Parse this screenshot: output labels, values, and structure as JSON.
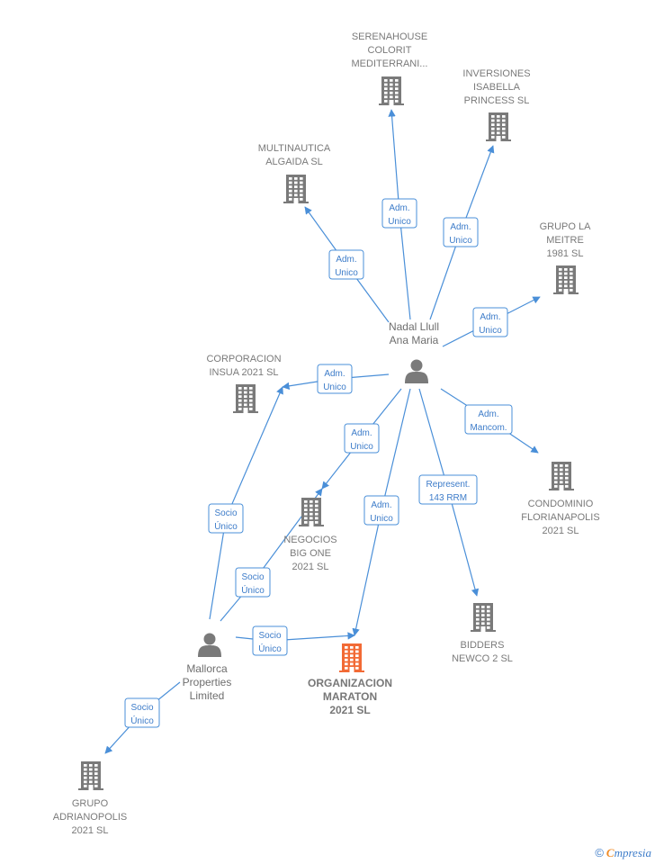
{
  "colors": {
    "edge": "#4a8fd8",
    "company": "#7a7a7a",
    "focus_company": "#f26a35",
    "person": "#7a7a7a"
  },
  "nodes": [
    {
      "id": "serenahouse",
      "type": "company",
      "lines": [
        "SERENAHOUSE",
        "COLORIT",
        "MEDITERRANI..."
      ]
    },
    {
      "id": "inversiones",
      "type": "company",
      "lines": [
        "INVERSIONES",
        "ISABELLA",
        "PRINCESS  SL"
      ]
    },
    {
      "id": "multinautica",
      "type": "company",
      "lines": [
        "MULTINAUTICA",
        "ALGAIDA  SL"
      ]
    },
    {
      "id": "grupo_la_meitre",
      "type": "company",
      "lines": [
        "GRUPO LA",
        "MEITRE",
        "1981  SL"
      ]
    },
    {
      "id": "nadal",
      "type": "person",
      "lines": [
        "Nadal Llull",
        "Ana Maria"
      ]
    },
    {
      "id": "corporacion",
      "type": "company",
      "lines": [
        "CORPORACION",
        "INSUA 2021  SL"
      ]
    },
    {
      "id": "condominio",
      "type": "company",
      "lines": [
        "CONDOMINIO",
        "FLORIANAPOLIS",
        "2021  SL"
      ]
    },
    {
      "id": "negocios",
      "type": "company",
      "lines": [
        "NEGOCIOS",
        "BIG ONE",
        "2021  SL"
      ]
    },
    {
      "id": "bidders",
      "type": "company",
      "lines": [
        "BIDDERS",
        "NEWCO 2  SL"
      ]
    },
    {
      "id": "organizacion",
      "type": "focus",
      "lines": [
        "ORGANIZACION",
        "MARATON",
        "2021  SL"
      ]
    },
    {
      "id": "mallorca",
      "type": "person",
      "lines": [
        "Mallorca",
        "Properties",
        "Limited"
      ]
    },
    {
      "id": "grupo_adrianopolis",
      "type": "company",
      "lines": [
        "GRUPO",
        "ADRIANOPOLIS",
        "2021  SL"
      ]
    }
  ],
  "edges": [
    {
      "from": "nadal",
      "to": "serenahouse",
      "label": [
        "Adm.",
        "Unico"
      ]
    },
    {
      "from": "nadal",
      "to": "inversiones",
      "label": [
        "Adm.",
        "Unico"
      ]
    },
    {
      "from": "nadal",
      "to": "multinautica",
      "label": [
        "Adm.",
        "Unico"
      ]
    },
    {
      "from": "nadal",
      "to": "grupo_la_meitre",
      "label": [
        "Adm.",
        "Unico"
      ]
    },
    {
      "from": "nadal",
      "to": "corporacion",
      "label": [
        "Adm.",
        "Unico"
      ]
    },
    {
      "from": "nadal",
      "to": "condominio",
      "label": [
        "Adm.",
        "Mancom."
      ]
    },
    {
      "from": "nadal",
      "to": "negocios",
      "label": [
        "Adm.",
        "Unico"
      ]
    },
    {
      "from": "nadal",
      "to": "bidders",
      "label": [
        "Represent.",
        "143 RRM"
      ]
    },
    {
      "from": "nadal",
      "to": "organizacion",
      "label": [
        "Adm.",
        "Unico"
      ]
    },
    {
      "from": "mallorca",
      "to": "corporacion",
      "label": [
        "Socio",
        "Único"
      ]
    },
    {
      "from": "mallorca",
      "to": "negocios",
      "label": [
        "Socio",
        "Único"
      ]
    },
    {
      "from": "mallorca",
      "to": "organizacion",
      "label": [
        "Socio",
        "Único"
      ]
    },
    {
      "from": "mallorca",
      "to": "grupo_adrianopolis",
      "label": [
        "Socio",
        "Único"
      ]
    }
  ],
  "footer": {
    "copyright": "©",
    "brand_initial": "C",
    "brand_rest": "mpresia"
  }
}
